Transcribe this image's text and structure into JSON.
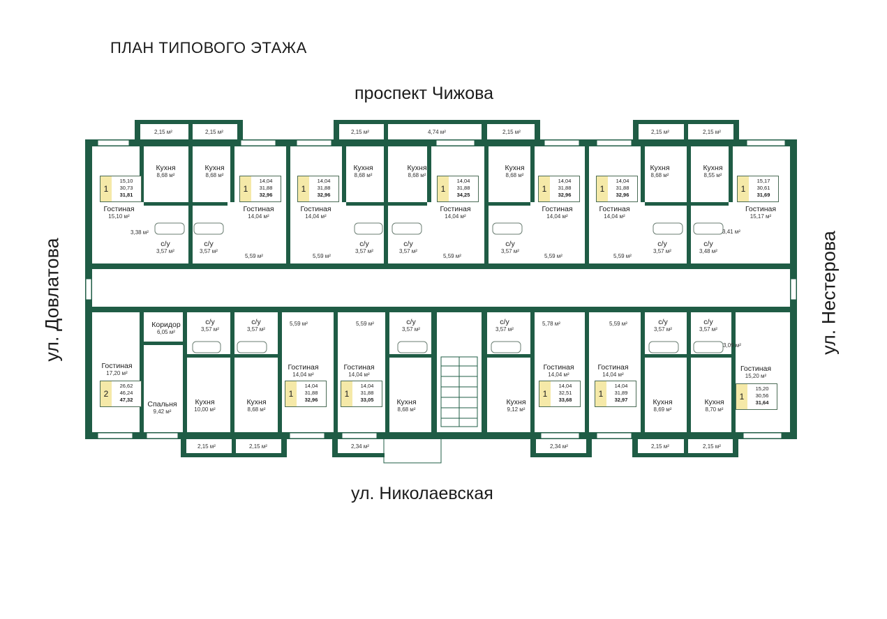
{
  "title": "ПЛАН ТИПОВОГО ЭТАЖА",
  "streets": {
    "top": "проспект Чижова",
    "bottom": "ул. Николаевская",
    "left": "ул. Довлатова",
    "right": "ул. Нестерова"
  },
  "colors": {
    "wall": "#1f5c45",
    "tag_fill": "#f5e9a8",
    "background": "#ffffff"
  },
  "rooms": [
    {
      "name": "Кухня",
      "area": "8,68 м²"
    },
    {
      "name": "Кухня",
      "area": "8,68 м²"
    },
    {
      "name": "Гостиная",
      "area": "15,10 м²"
    },
    {
      "name": "Гостиная",
      "area": "14,04 м²"
    },
    {
      "name": "Гостиная",
      "area": "14,04 м²"
    },
    {
      "name": "Кухня",
      "area": "8,68 м²"
    },
    {
      "name": "Кухня",
      "area": "8,68 м²"
    },
    {
      "name": "Гостиная",
      "area": "14,04 м²"
    },
    {
      "name": "Кухня",
      "area": "8,68 м²"
    },
    {
      "name": "Гостиная",
      "area": "14,04 м²"
    },
    {
      "name": "Гостиная",
      "area": "14,04 м²"
    },
    {
      "name": "Кухня",
      "area": "8,68 м²"
    },
    {
      "name": "Кухня",
      "area": "8,55 м²"
    },
    {
      "name": "Гостиная",
      "area": "15,17 м²"
    },
    {
      "name": "Коридор",
      "area": "6,05 м²"
    },
    {
      "name": "Гостиная",
      "area": "17,20 м²"
    },
    {
      "name": "Спальня",
      "area": "9,42 м²"
    },
    {
      "name": "Кухня",
      "area": "10,00 м²"
    },
    {
      "name": "Кухня",
      "area": "8,68 м²"
    },
    {
      "name": "Гостиная",
      "area": "14,04 м²"
    },
    {
      "name": "Гостиная",
      "area": "14,04 м²"
    },
    {
      "name": "Кухня",
      "area": "8,68 м²"
    },
    {
      "name": "Кухня",
      "area": "9,12 м²"
    },
    {
      "name": "Гостиная",
      "area": "14,04 м²"
    },
    {
      "name": "Гостиная",
      "area": "14,04 м²"
    },
    {
      "name": "Кухня",
      "area": "8,69 м²"
    },
    {
      "name": "Кухня",
      "area": "8,70 м²"
    },
    {
      "name": "Гостиная",
      "area": "15,20 м²"
    }
  ],
  "bathrooms": [
    {
      "name": "с/у",
      "area": "3,57 м²"
    },
    {
      "name": "с/у",
      "area": "3,57 м²"
    },
    {
      "name": "с/у",
      "area": "3,57 м²"
    },
    {
      "name": "с/у",
      "area": "3,57 м²"
    },
    {
      "name": "с/у",
      "area": "3,57 м²"
    },
    {
      "name": "с/у",
      "area": "3,57 м²"
    },
    {
      "name": "с/у",
      "area": "3,48 м²"
    },
    {
      "name": "с/у",
      "area": "3,57 м²"
    },
    {
      "name": "с/у",
      "area": "3,57 м²"
    },
    {
      "name": "с/у",
      "area": "3,57 м²"
    },
    {
      "name": "с/у",
      "area": "3,57 м²"
    },
    {
      "name": "с/у",
      "area": "3,57 м²"
    },
    {
      "name": "с/у",
      "area": "3,57 м²"
    }
  ],
  "small_labels": [
    "2,15 м²",
    "2,15 м²",
    "2,15 м²",
    "4,74 м²",
    "2,15 м²",
    "2,15 м²",
    "2,15 м²",
    "3,38 м²",
    "5,59 м²",
    "5,59 м²",
    "5,59 м²",
    "5,59 м²",
    "5,59 м²",
    "3,41 м²",
    "5,59 м²",
    "5,59 м²",
    "5,78 м²",
    "5,59 м²",
    "3,09 м²",
    "2,15 м²",
    "2,15 м²",
    "2,34 м²",
    "2,34 м²",
    "2,15 м²",
    "2,15 м²"
  ],
  "tags": [
    {
      "rooms": "1",
      "living": "15,10",
      "total": "30,73",
      "full": "31,81"
    },
    {
      "rooms": "1",
      "living": "14,04",
      "total": "31,88",
      "full": "32,96"
    },
    {
      "rooms": "1",
      "living": "14,04",
      "total": "31,88",
      "full": "32,96"
    },
    {
      "rooms": "1",
      "living": "14,04",
      "total": "31,88",
      "full": "34,25"
    },
    {
      "rooms": "1",
      "living": "14,04",
      "total": "31,88",
      "full": "32,96"
    },
    {
      "rooms": "1",
      "living": "14,04",
      "total": "31,88",
      "full": "32,96"
    },
    {
      "rooms": "1",
      "living": "15,17",
      "total": "30,61",
      "full": "31,69"
    },
    {
      "rooms": "2",
      "living": "26,62",
      "total": "46,24",
      "full": "47,32"
    },
    {
      "rooms": "1",
      "living": "14,04",
      "total": "31,88",
      "full": "32,96"
    },
    {
      "rooms": "1",
      "living": "14,04",
      "total": "31,88",
      "full": "33,05"
    },
    {
      "rooms": "1",
      "living": "14,04",
      "total": "32,51",
      "full": "33,68"
    },
    {
      "rooms": "1",
      "living": "14,04",
      "total": "31,89",
      "full": "32,97"
    },
    {
      "rooms": "1",
      "living": "15,20",
      "total": "30,56",
      "full": "31,64"
    }
  ]
}
